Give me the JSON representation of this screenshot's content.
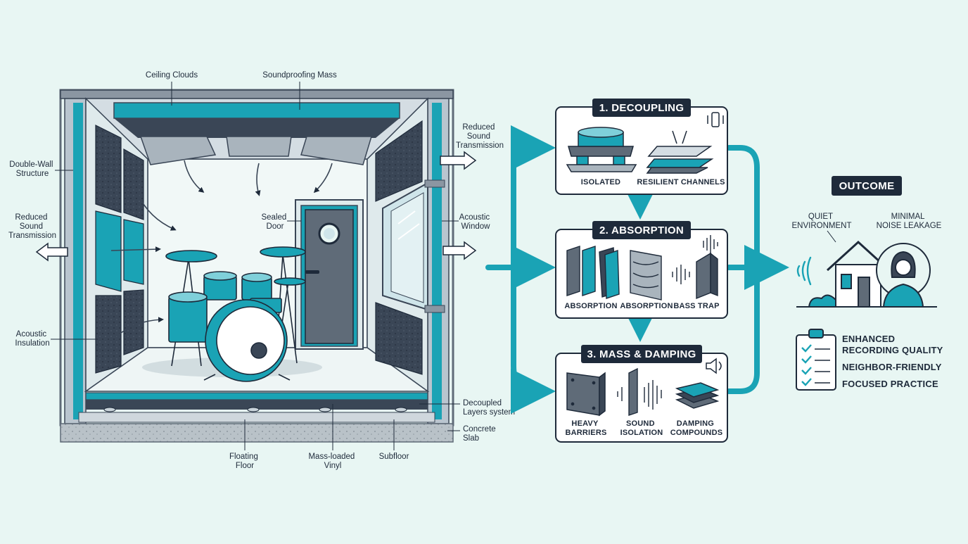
{
  "colors": {
    "background": "#e8f6f3",
    "teal": "#1aa3b5",
    "navy": "#1e2a3a",
    "slate": "#5f6b78",
    "panel": "#ffffff"
  },
  "room": {
    "labels": {
      "ceiling_clouds": "Ceiling Clouds",
      "soundproofing_mass": "Soundproofing Mass",
      "double_wall": [
        "Double-Wall",
        "Structure"
      ],
      "reduced_left": [
        "Reduced",
        "Sound",
        "Transmission"
      ],
      "reduced_right": [
        "Reduced",
        "Sound",
        "Transmission"
      ],
      "acoustic_insulation": [
        "Acoustic",
        "Insulation"
      ],
      "sealed_door": [
        "Sealed",
        "Door"
      ],
      "acoustic_window": [
        "Acoustic",
        "Window"
      ],
      "decoupled_layers": [
        "Decoupled",
        "Layers system"
      ],
      "concrete_slab": [
        "Concrete",
        "Slab"
      ],
      "floating_floor": [
        "Floating",
        "Floor"
      ],
      "mass_loaded_vinyl": [
        "Mass-loaded",
        "Vinyl"
      ],
      "subfloor": "Subfloor"
    }
  },
  "steps": [
    {
      "title": "1. DECOUPLING",
      "captions": [
        [
          "ISOLATED"
        ],
        [
          "RESILIENT CHANNELS"
        ]
      ]
    },
    {
      "title": "2. ABSORPTION",
      "captions": [
        [
          "ABSORPTION"
        ],
        [
          "ABSORPTION"
        ],
        [
          "BASS TRAP"
        ]
      ]
    },
    {
      "title": "3. MASS & DAMPING",
      "captions": [
        [
          "HEAVY",
          "BARRIERS"
        ],
        [
          "SOUND",
          "ISOLATION"
        ],
        [
          "DAMPING",
          "COMPOUNDS"
        ]
      ]
    }
  ],
  "outcome": {
    "title": "OUTCOME",
    "quiet": [
      "QUIET",
      "ENVIRONMENT"
    ],
    "minimal": [
      "MINIMAL",
      "NOISE LEAKAGE"
    ],
    "results": [
      [
        "ENHANCED",
        "RECORDING QUALITY"
      ],
      [
        "NEIGHBOR-FRIENDLY"
      ],
      [
        "FOCUSED PRACTICE"
      ]
    ]
  }
}
